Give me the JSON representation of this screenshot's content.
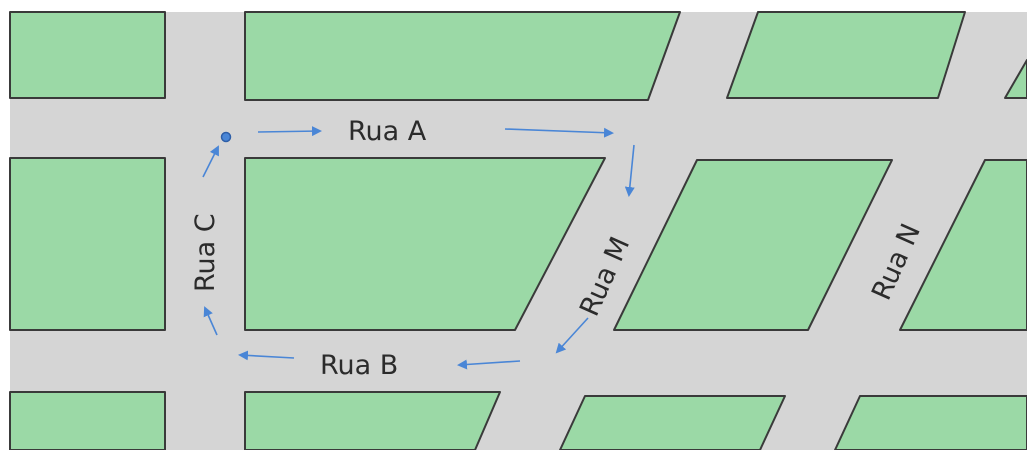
{
  "map": {
    "streets": [
      {
        "id": "rua-a",
        "name": "Rua A"
      },
      {
        "id": "rua-b",
        "name": "Rua B"
      },
      {
        "id": "rua-c",
        "name": "Rua C"
      },
      {
        "id": "rua-m",
        "name": "Rua M"
      },
      {
        "id": "rua-n",
        "name": "Rua N"
      }
    ],
    "colors": {
      "block": "#9bd9a6",
      "road": "#d5d5d5",
      "outline": "#3a3a3a",
      "route": "#4a86d6",
      "label": "#2b2b2b"
    },
    "route": {
      "sequence": [
        "Rua A",
        "Rua M",
        "Rua B",
        "Rua C"
      ],
      "start_marker": "start-point"
    }
  }
}
